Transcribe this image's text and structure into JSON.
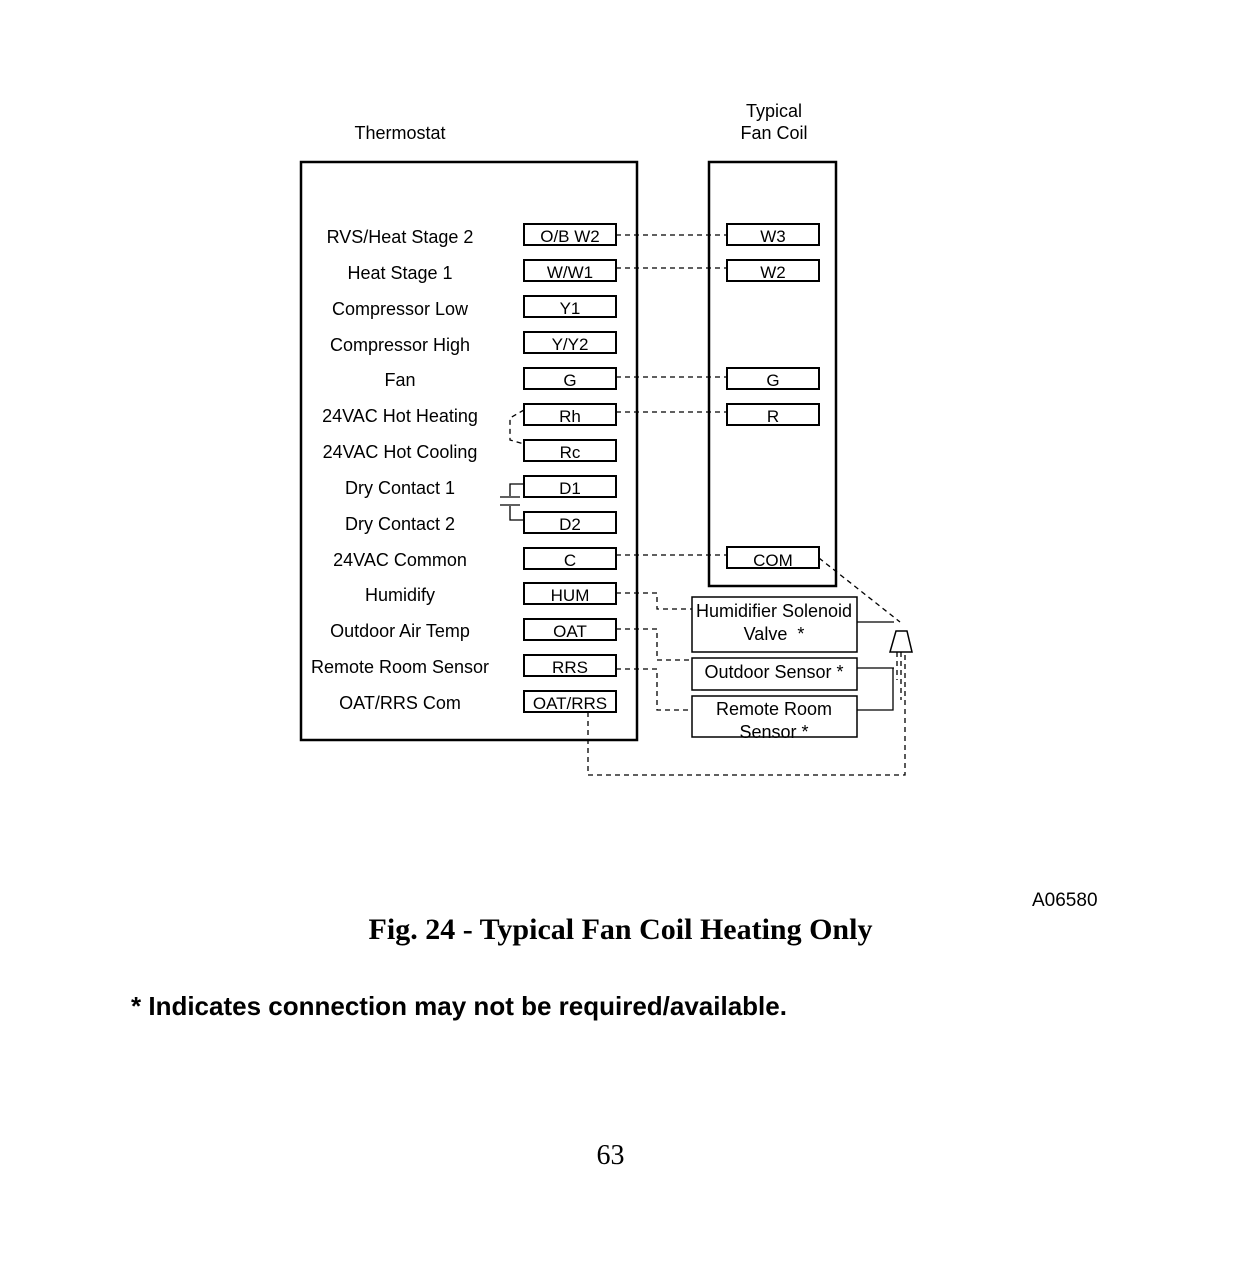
{
  "diagram": {
    "thermostat_title": "Thermostat",
    "fancoil_title_line1": "Typical",
    "fancoil_title_line2": "Fan Coil",
    "thermostat_rows": [
      {
        "label": "RVS/Heat Stage 2",
        "terminal": "O/B W2"
      },
      {
        "label": "Heat Stage 1",
        "terminal": "W/W1"
      },
      {
        "label": "Compressor Low",
        "terminal": "Y1"
      },
      {
        "label": "Compressor High",
        "terminal": "Y/Y2"
      },
      {
        "label": "Fan",
        "terminal": "G"
      },
      {
        "label": "24VAC Hot Heating",
        "terminal": "Rh"
      },
      {
        "label": "24VAC Hot Cooling",
        "terminal": "Rc"
      },
      {
        "label": "Dry Contact 1",
        "terminal": "D1"
      },
      {
        "label": "Dry Contact 2",
        "terminal": "D2"
      },
      {
        "label": "24VAC Common",
        "terminal": "C"
      },
      {
        "label": "Humidify",
        "terminal": "HUM"
      },
      {
        "label": "Outdoor Air Temp",
        "terminal": "OAT"
      },
      {
        "label": "Remote Room Sensor",
        "terminal": "RRS"
      },
      {
        "label": "OAT/RRS Com",
        "terminal": "OAT/RRS"
      }
    ],
    "fancoil_terminals": [
      "W3",
      "W2",
      "G",
      "R",
      "COM"
    ],
    "devices": [
      {
        "line1": "Humidifier Solenoid",
        "line2": "Valve  *"
      },
      {
        "line1": "Outdoor Sensor *",
        "line2": ""
      },
      {
        "line1": "Remote Room",
        "line2": "Sensor *"
      }
    ]
  },
  "figure_code": "A06580",
  "caption": "Fig. 24 - Typical Fan Coil Heating Only",
  "footnote": "* Indicates connection may not be required/available.",
  "page_number": "63"
}
